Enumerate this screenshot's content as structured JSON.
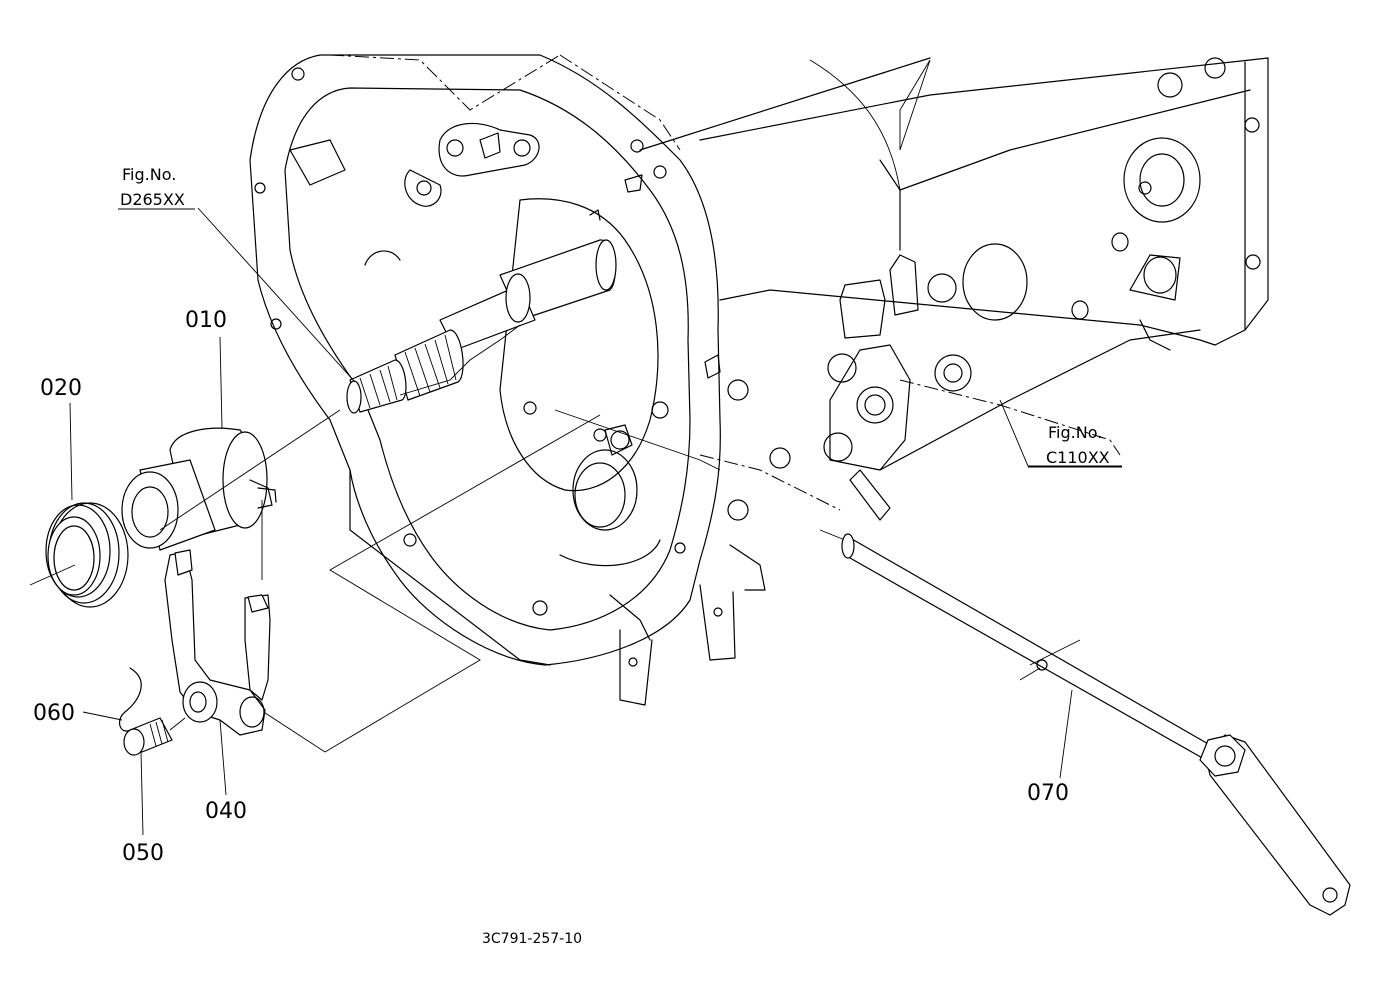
{
  "parts": [
    {
      "id": "part-010",
      "label": "010"
    },
    {
      "id": "part-020",
      "label": "020"
    },
    {
      "id": "part-040",
      "label": "040"
    },
    {
      "id": "part-050",
      "label": "050"
    },
    {
      "id": "part-060",
      "label": "060"
    },
    {
      "id": "part-070",
      "label": "070"
    }
  ],
  "references": {
    "d265": {
      "line1": "Fig.No.",
      "line2": "D265XX"
    },
    "c110": {
      "line1": "Fig.No.",
      "line2": "C110XX"
    }
  },
  "drawing_code": "3C791-257-10"
}
